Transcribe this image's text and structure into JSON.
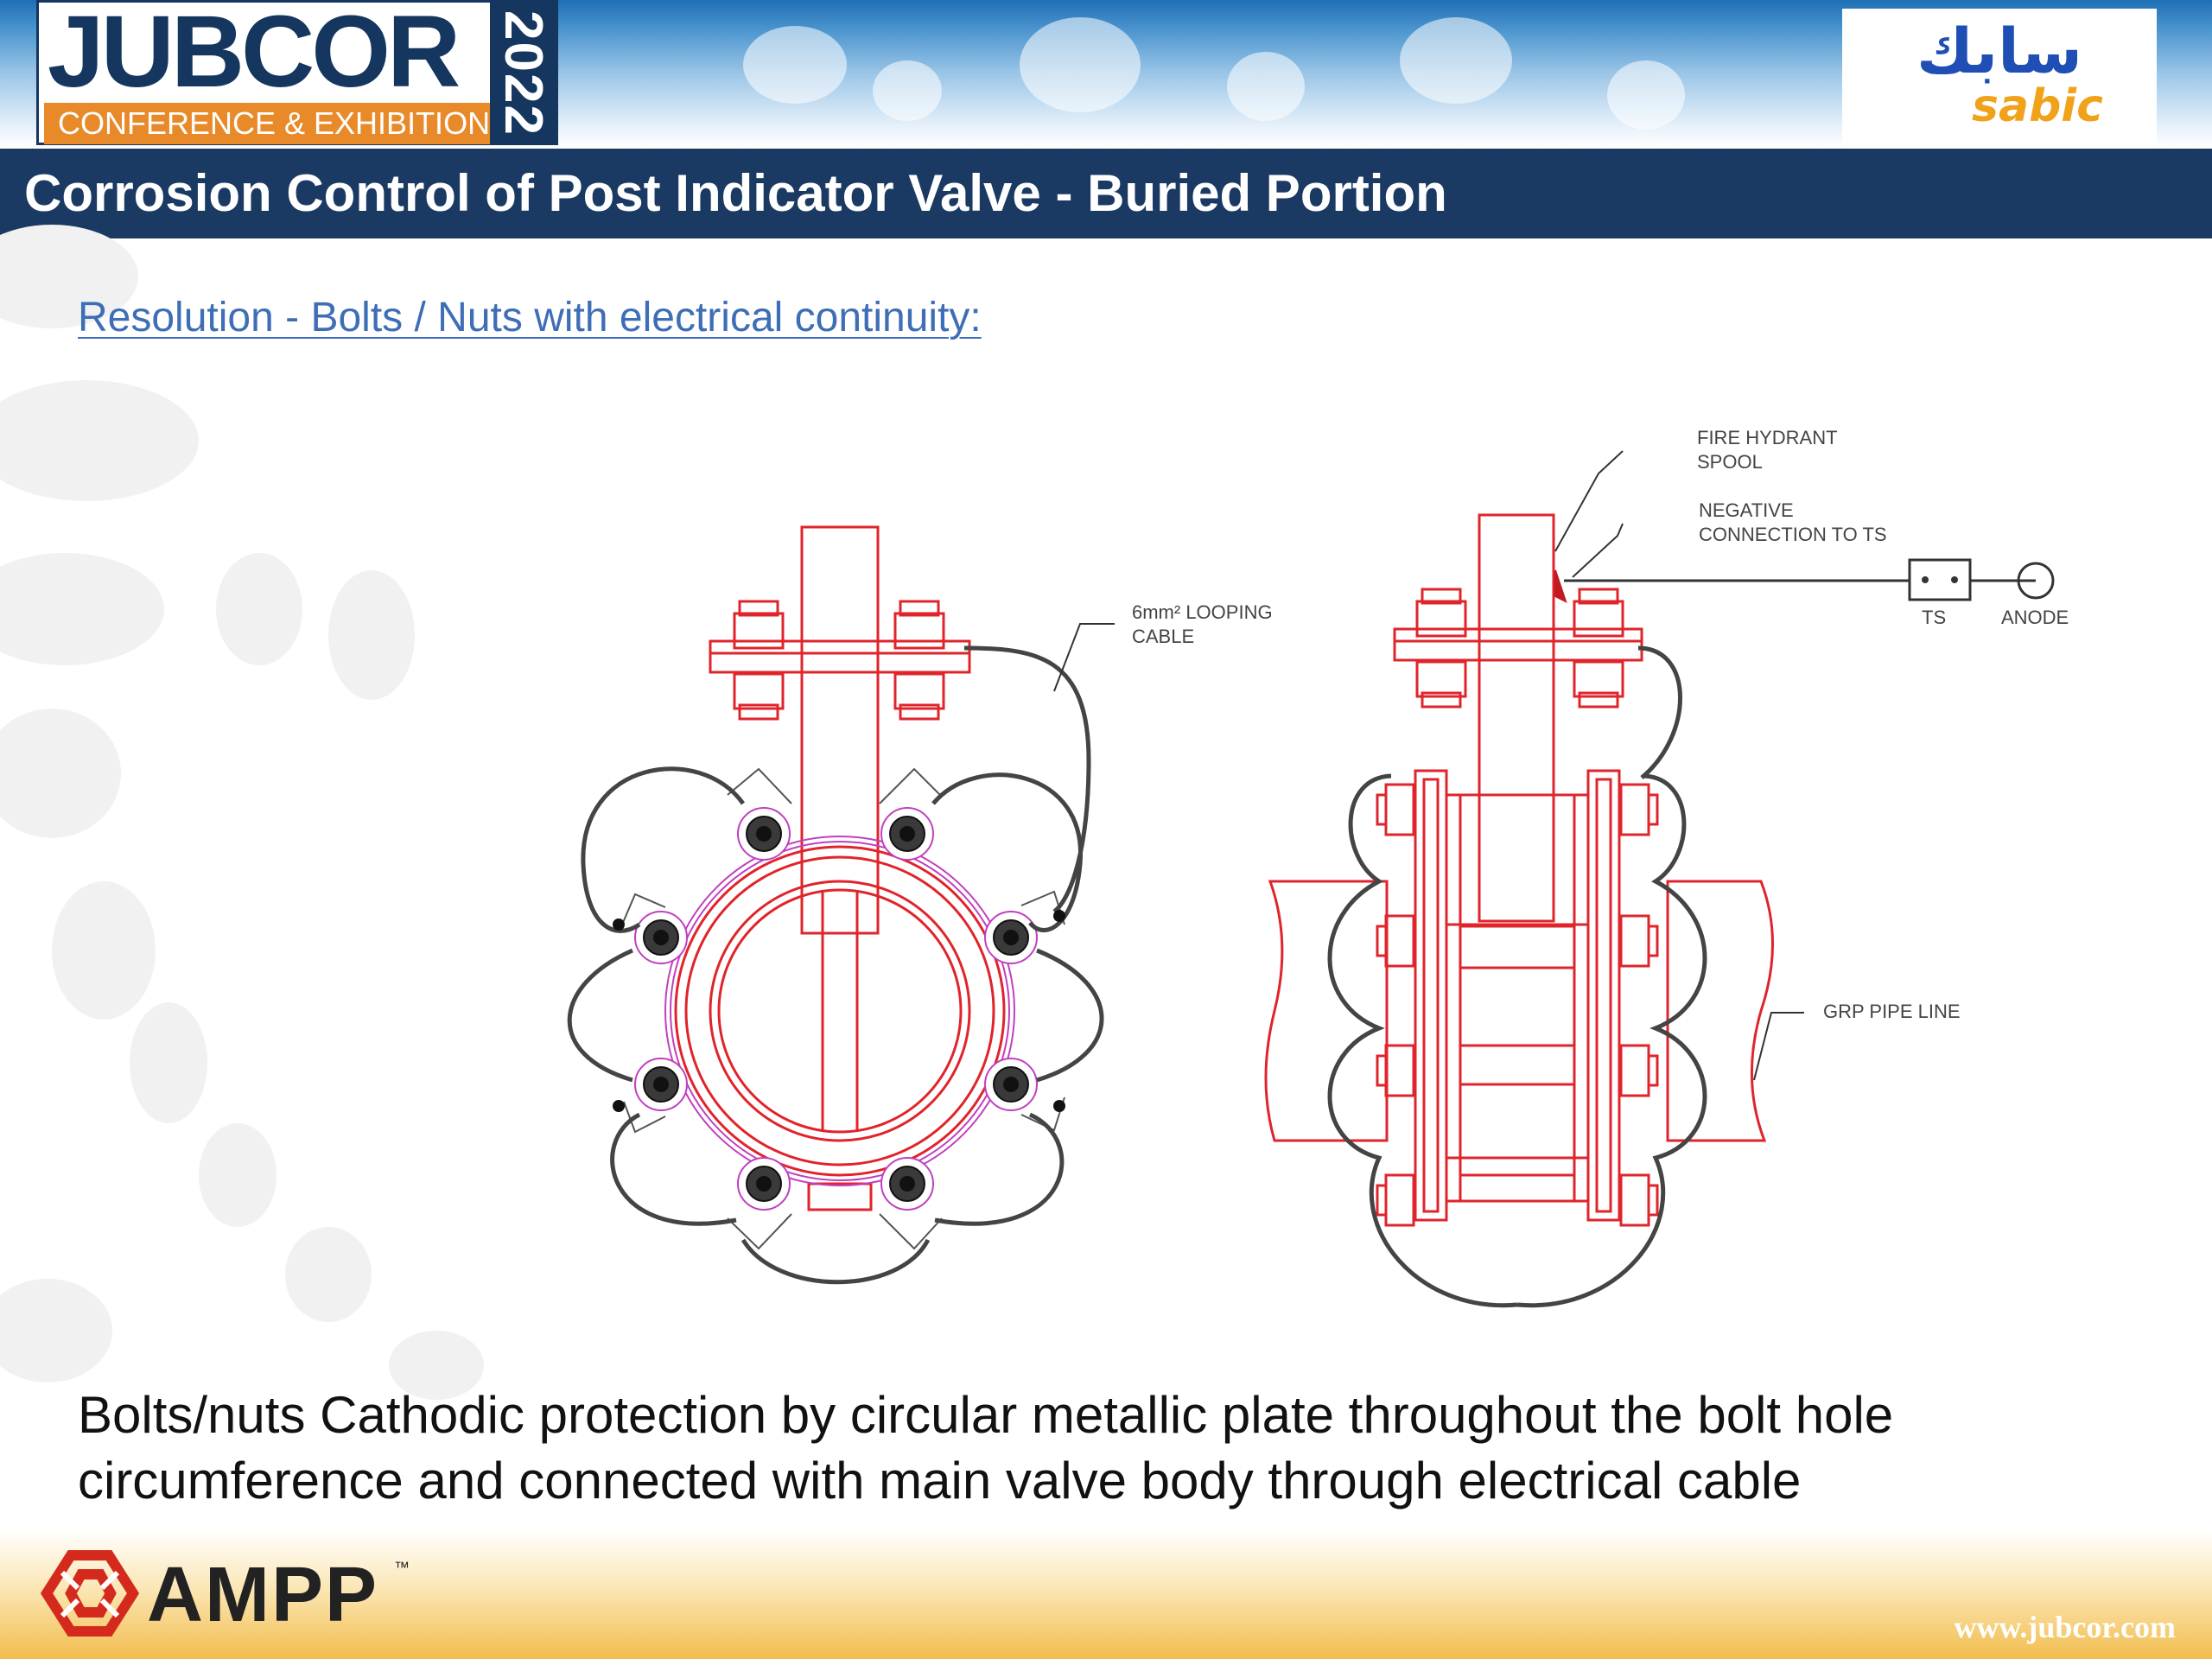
{
  "header": {
    "conference_logo": {
      "brand": "JUBCOR",
      "subtitle": "CONFERENCE & EXHIBITION",
      "year": "2022"
    },
    "sponsor_logo": {
      "arabic": "سابك",
      "latin": "sabic",
      "colors": {
        "arabic": "#1f4fb5",
        "latin": "#f0a21b"
      }
    }
  },
  "slide": {
    "title": "Corrosion Control of Post Indicator Valve - Buried Portion",
    "subtitle": "Resolution - Bolts / Nuts with electrical continuity:",
    "body_line1": "Bolts/nuts Cathodic protection by circular metallic plate throughout the bolt hole",
    "body_line2": "circumference and connected with main valve body through electrical cable"
  },
  "diagram": {
    "labels": {
      "looping_cable_1": "6mm² LOOPING",
      "looping_cable_2": "CABLE",
      "fire_hydrant_1": "FIRE HYDRANT",
      "fire_hydrant_2": "SPOOL",
      "negative_1": "NEGATIVE",
      "negative_2": "CONNECTION TO TS",
      "ts": "TS",
      "anode": "ANODE",
      "grp_pipe": "GRP PIPE LINE"
    },
    "colors": {
      "valve": "#e0242b",
      "cable": "#444444",
      "plate": "#c040c0"
    }
  },
  "footer": {
    "ampp": "AMPP",
    "tm": "™",
    "website": "www.jubcor.com"
  },
  "theme": {
    "title_bar": "#1b3a63",
    "link_blue": "#3e6eb6",
    "accent_orange": "#e88a2a"
  }
}
